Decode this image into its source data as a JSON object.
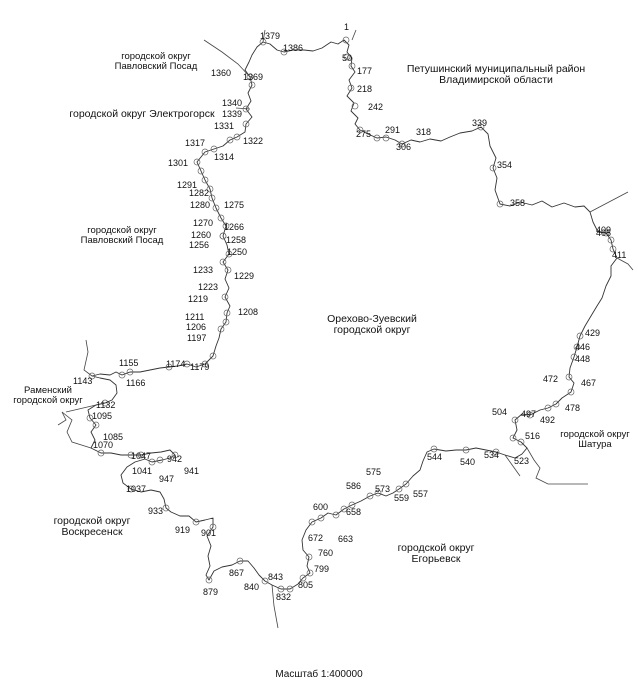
{
  "scale_label": "Масштаб 1:400000",
  "regions": [
    {
      "id": "pp-top",
      "lines": [
        "городской округ",
        "Павловский Посад"
      ]
    },
    {
      "id": "petush",
      "lines": [
        "Петушинский муниципальный район",
        "Владимирской области"
      ]
    },
    {
      "id": "elektro",
      "lines": [
        "городской округ Электрогорск"
      ]
    },
    {
      "id": "pp-mid",
      "lines": [
        "городской округ",
        "Павловский Посад"
      ]
    },
    {
      "id": "orekhovo",
      "lines": [
        "Орехово-Зуевский",
        "городской округ"
      ]
    },
    {
      "id": "ramensk",
      "lines": [
        "Раменский",
        "городской округ"
      ]
    },
    {
      "id": "shatura",
      "lines": [
        "городской округ",
        "Шатура"
      ]
    },
    {
      "id": "voskr",
      "lines": [
        "городской округ",
        "Воскресенск"
      ]
    },
    {
      "id": "egor",
      "lines": [
        "городской округ",
        "Егорьевск"
      ]
    }
  ],
  "points": [
    "1",
    "50",
    "177",
    "218",
    "242",
    "275",
    "291",
    "306",
    "318",
    "339",
    "354",
    "358",
    "406",
    "409",
    "411",
    "429",
    "446",
    "448",
    "472",
    "467",
    "478",
    "504",
    "497",
    "492",
    "516",
    "523",
    "534",
    "540",
    "544",
    "557",
    "559",
    "573",
    "575",
    "586",
    "600",
    "658",
    "663",
    "672",
    "760",
    "799",
    "805",
    "832",
    "843",
    "840",
    "867",
    "879",
    "901",
    "919",
    "933",
    "941",
    "942",
    "947",
    "1037",
    "1041",
    "1047",
    "1070",
    "1085",
    "1095",
    "1132",
    "1143",
    "1155",
    "1166",
    "1174",
    "1179",
    "1197",
    "1206",
    "1208",
    "1211",
    "1219",
    "1223",
    "1229",
    "1233",
    "1250",
    "1256",
    "1258",
    "1260",
    "1266",
    "1270",
    "1275",
    "1280",
    "1282",
    "1291",
    "1301",
    "1314",
    "1317",
    "1322",
    "1331",
    "1339",
    "1340",
    "1360",
    "1369",
    "1379",
    "1386"
  ]
}
